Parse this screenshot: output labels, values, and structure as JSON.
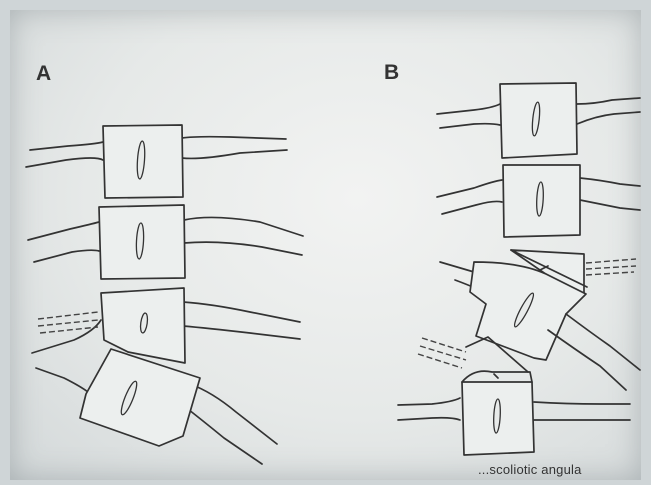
{
  "figure": {
    "panel_a_label": "A",
    "panel_b_label": "B",
    "caption_fragment": "...scoliotic angula"
  }
}
